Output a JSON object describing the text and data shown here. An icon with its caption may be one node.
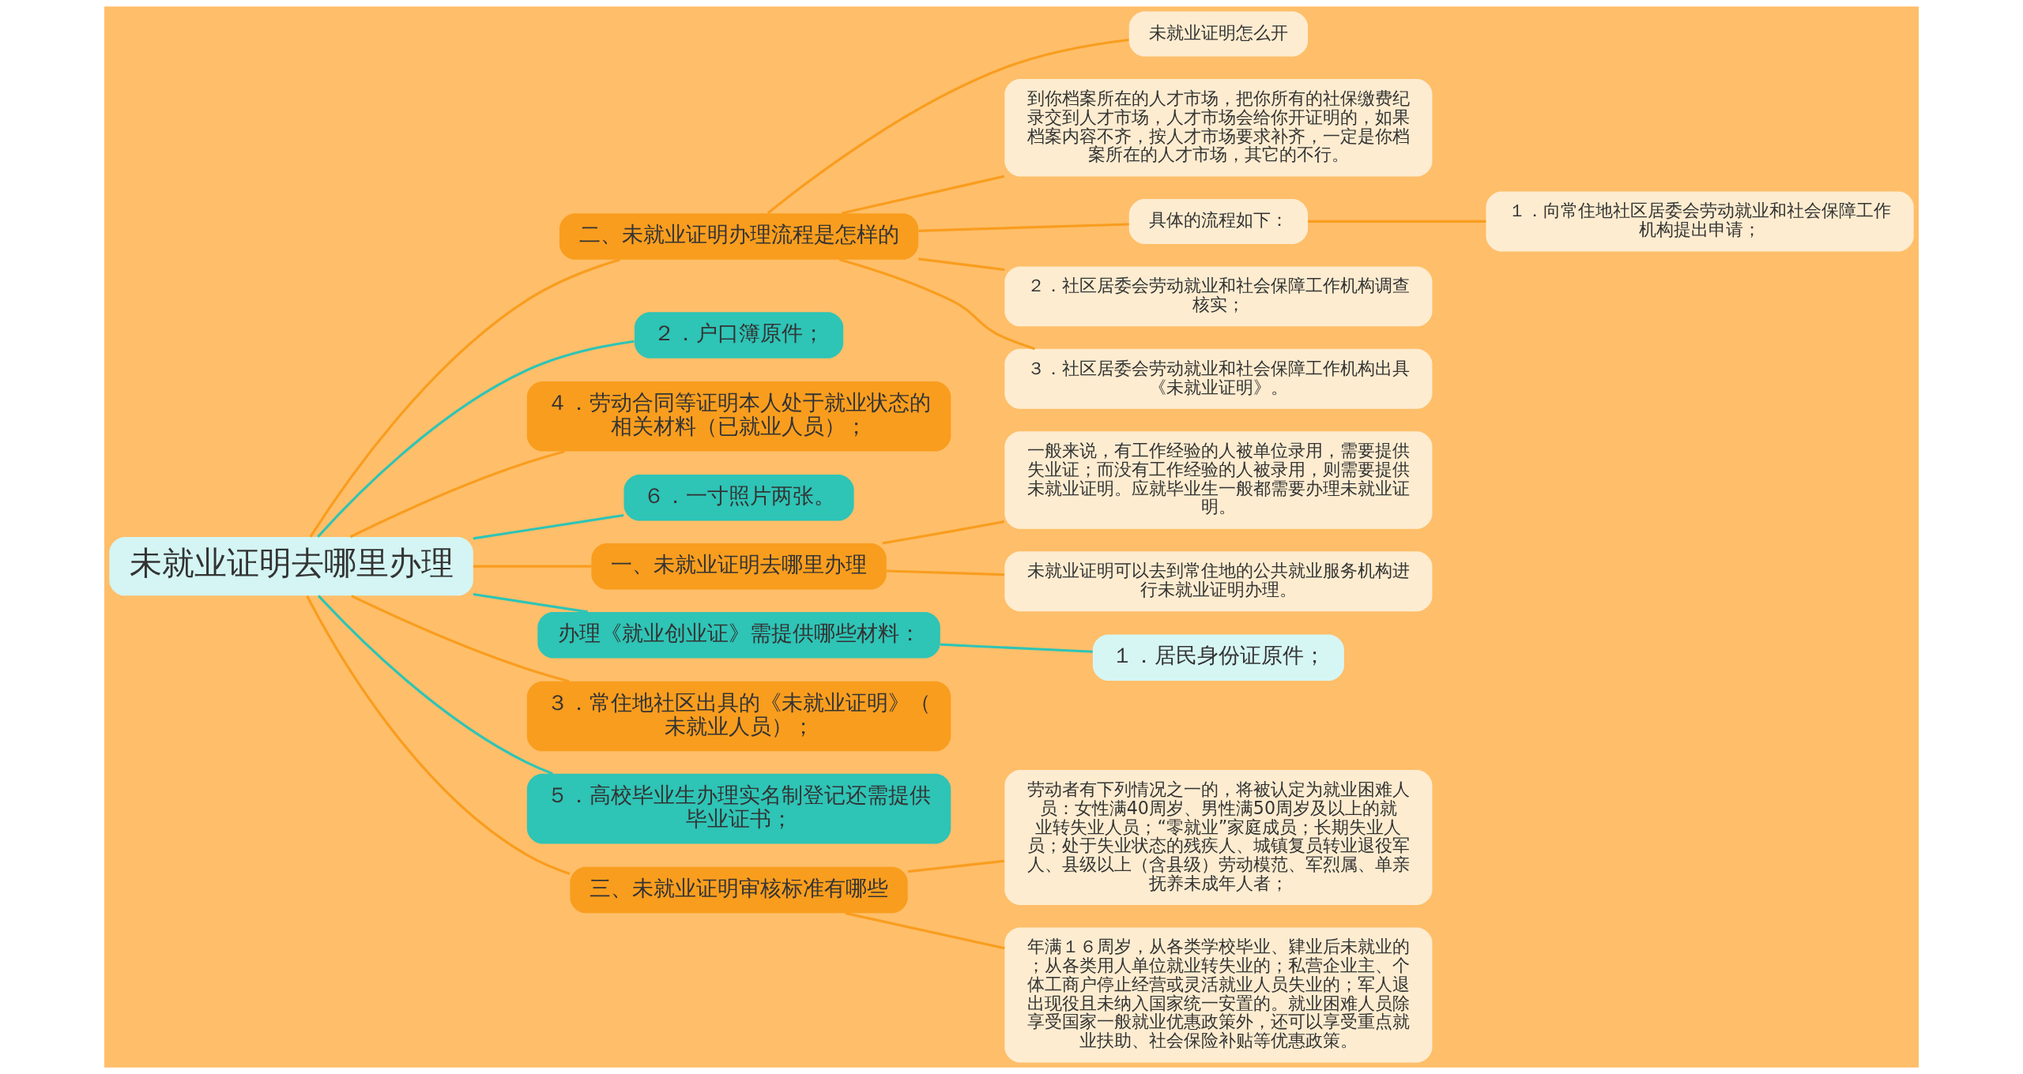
{
  "diagram": {
    "nodes": [
      {
        "text": [
          "未就业证明去哪里办理"
        ]
      },
      {
        "text": [
          "二、未就业证明办理流程是怎样的"
        ]
      },
      {
        "text": [
          "未就业证明怎么开"
        ]
      },
      {
        "text": [
          "到你档案所在的人才市场，把你所有的社保缴费纪录交到人才市场，人才市场会给你开证明的，如果档案内容不齐，按人才市场要求补齐，一定是你档案所在的人才市场，其它的不行。"
        ]
      },
      {
        "text": [
          "具体的流程如下："
        ]
      },
      {
        "text": [
          "１．向常住地社区居委会劳动就业和社会保障工作机构提出申请；"
        ]
      },
      {
        "text": [
          "２．社区居委会劳动就业和社会保障工作机构调查核实；"
        ]
      },
      {
        "text": [
          "３．社区居委会劳动就业和社会保障工作机构出具《未就业证明》。"
        ]
      },
      {
        "text": [
          "２．户口簿原件；"
        ]
      },
      {
        "text": [
          "４．劳动合同等证明本人处于就业状态的相关材料（已就业人员）；"
        ]
      },
      {
        "text": [
          "６．一寸照片两张。"
        ]
      },
      {
        "text": [
          "一、未就业证明去哪里办理"
        ]
      },
      {
        "text": [
          "一般来说，有工作经验的人被单位录用，需要提供失业证；而没有工作经验的人被录用，则需要提供未就业证明。应就毕业生一般都需要办理未就业证明。"
        ]
      },
      {
        "text": [
          "未就业证明可以去到常住地的公共就业服务机构进行未就业证明办理。"
        ]
      },
      {
        "text": [
          "办理《就业创业证》需提供哪些材料："
        ]
      },
      {
        "text": [
          "１．居民身份证原件；"
        ]
      },
      {
        "text": [
          "３．常住地社区出具的《未就业证明》（未就业人员）；"
        ]
      },
      {
        "text": [
          "５．高校毕业生办理实名制登记还需提供毕业证书；"
        ]
      },
      {
        "text": [
          "三、未就业证明审核标准有哪些"
        ]
      },
      {
        "text": [
          "劳动者有下列情况之一的，将被认定为就业困难人员：女性满40周岁、男性满50周岁及以上的就业转失业人员；“零就业”家庭成员；长期失业人员；处于失业状态的残疾人、城镇复员转业退役军人、县级以上（含县级）劳动模范、军烈属、单亲抚养未成年人者；"
        ]
      },
      {
        "text": [
          "年满１６周岁，从各类学校毕业、肄业后未就业的；从各类用人单位就业转失业的；私营企业主、个体工商户停止经营或灵活就业人员失业的；军人退出现役且未纳入国家统一安置的。就业困难人员除享受国家一般就业优惠政策外，还可以享受重点就业扶助、社会保险补贴等优惠政策。"
        ]
      }
    ],
    "edges": [
      {
        "from": 0,
        "to": 1,
        "arrow": "none"
      },
      {
        "from": 1,
        "to": 2,
        "arrow": "none"
      },
      {
        "from": 1,
        "to": 3,
        "arrow": "none"
      },
      {
        "from": 1,
        "to": 4,
        "arrow": "none"
      },
      {
        "from": 4,
        "to": 5,
        "arrow": "none"
      },
      {
        "from": 1,
        "to": 6,
        "arrow": "none"
      },
      {
        "from": 1,
        "to": 7,
        "arrow": "none"
      },
      {
        "from": 0,
        "to": 8,
        "arrow": "none",
        "color": "#2ec4b6"
      },
      {
        "from": 0,
        "to": 9,
        "arrow": "none"
      },
      {
        "from": 0,
        "to": 10,
        "arrow": "none",
        "color": "#2ec4b6"
      },
      {
        "from": 0,
        "to": 11,
        "arrow": "none"
      },
      {
        "from": 11,
        "to": 12,
        "arrow": "none"
      },
      {
        "from": 11,
        "to": 13,
        "arrow": "none"
      },
      {
        "from": 0,
        "to": 14,
        "arrow": "none",
        "color": "#2ec4b6"
      },
      {
        "from": 14,
        "to": 15,
        "arrow": "none",
        "color": "#2ec4b6"
      },
      {
        "from": 0,
        "to": 16,
        "arrow": "none"
      },
      {
        "from": 0,
        "to": 17,
        "arrow": "none",
        "color": "#2ec4b6"
      },
      {
        "from": 0,
        "to": 18,
        "arrow": "none"
      },
      {
        "from": 18,
        "to": 19,
        "arrow": "none"
      },
      {
        "from": 18,
        "to": 20,
        "arrow": "none"
      }
    ]
  }
}
